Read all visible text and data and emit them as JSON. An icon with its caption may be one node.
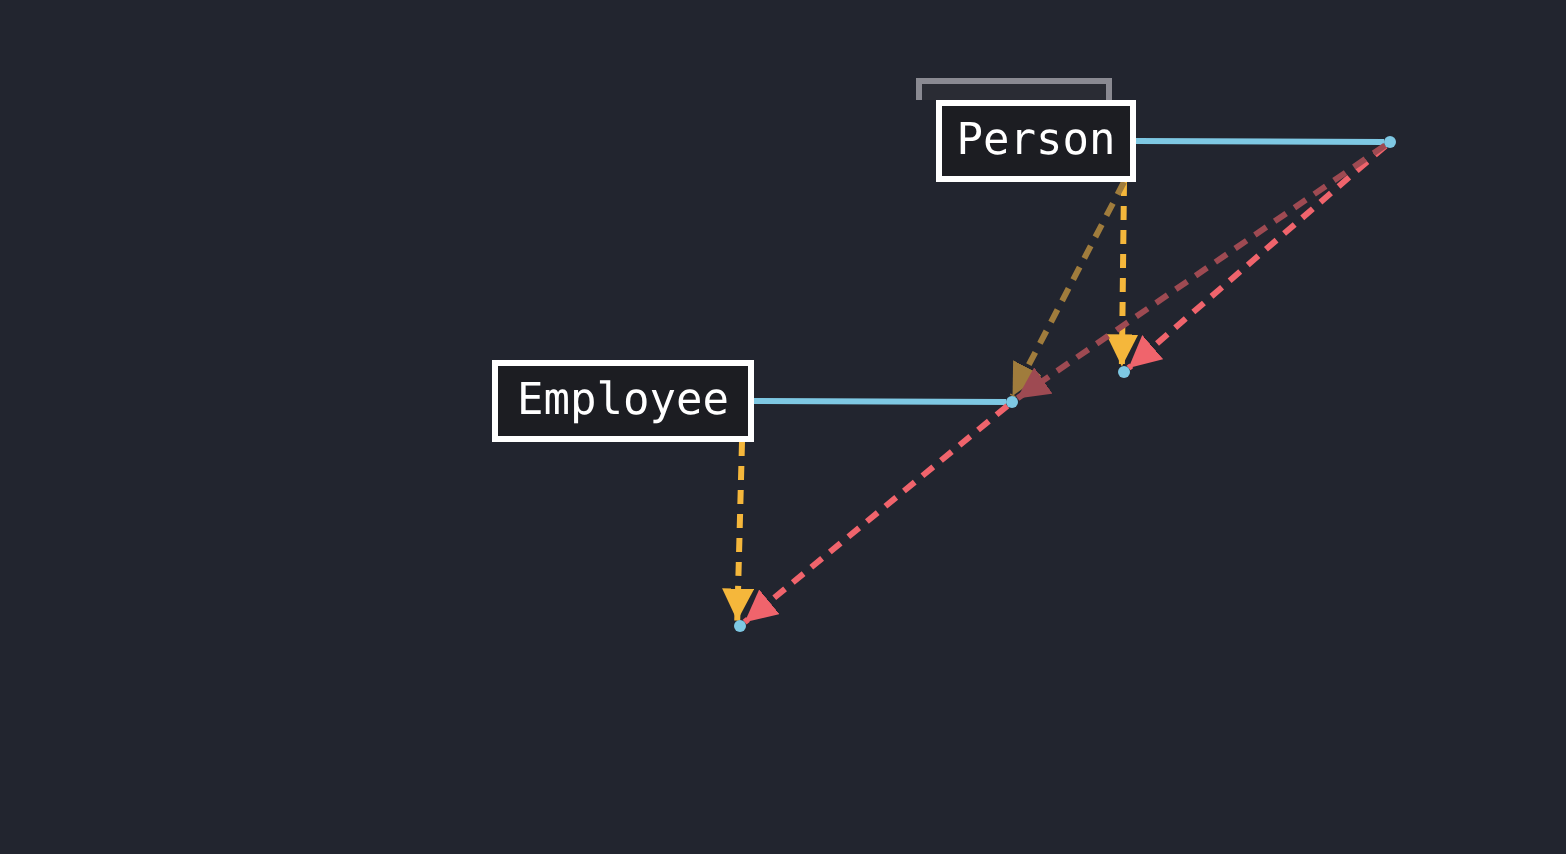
{
  "diagram": {
    "nodes": [
      {
        "text": [],
        "shape": "box"
      },
      {
        "text": [
          "Person"
        ]
      },
      {
        "text": [
          "Employee"
        ]
      },
      {
        "text": [],
        "shape": "dot"
      },
      {
        "text": [],
        "shape": "dot"
      },
      {
        "text": [],
        "shape": "dot"
      },
      {
        "text": [],
        "shape": "dot"
      }
    ],
    "edges": [
      {
        "from": 1,
        "to": 3,
        "arrow": "none",
        "color": "#7ec8e3"
      },
      {
        "from": 2,
        "to": 5,
        "arrow": "none",
        "color": "#7ec8e3"
      },
      {
        "from": 1,
        "to": 4,
        "arrow": "to",
        "style": "dashed",
        "color": "#f5b73b"
      },
      {
        "from": 1,
        "to": 5,
        "arrow": "to",
        "style": "dashed",
        "color": "#a07c3c"
      },
      {
        "from": 3,
        "to": 4,
        "arrow": "to",
        "style": "dashed",
        "color": "#f0646c"
      },
      {
        "from": 3,
        "to": 5,
        "arrow": "to",
        "style": "dashed",
        "color": "#9e4a52"
      },
      {
        "from": 5,
        "to": 6,
        "arrow": "to",
        "style": "dashed",
        "color": "#f0646c"
      },
      {
        "from": 2,
        "to": 6,
        "arrow": "to",
        "style": "dashed",
        "color": "#f5b73b"
      }
    ]
  }
}
